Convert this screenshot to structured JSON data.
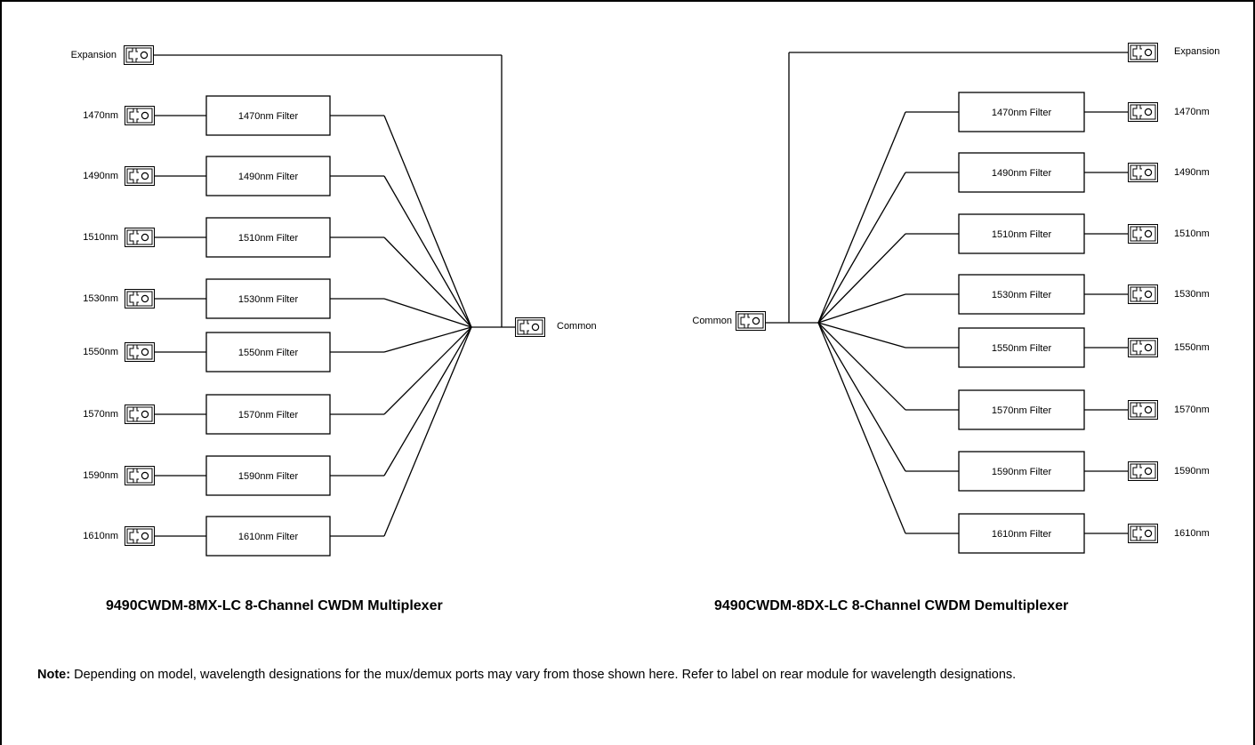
{
  "mux": {
    "caption": "9490CWDM-8MX-LC 8-Channel CWDM Multiplexer",
    "expansion_label": "Expansion",
    "common_label": "Common",
    "channels": [
      {
        "port": "1470nm",
        "filter": "1470nm Filter"
      },
      {
        "port": "1490nm",
        "filter": "1490nm Filter"
      },
      {
        "port": "1510nm",
        "filter": "1510nm Filter"
      },
      {
        "port": "1530nm",
        "filter": "1530nm Filter"
      },
      {
        "port": "1550nm",
        "filter": "1550nm Filter"
      },
      {
        "port": "1570nm",
        "filter": "1570nm Filter"
      },
      {
        "port": "1590nm",
        "filter": "1590nm Filter"
      },
      {
        "port": "1610nm",
        "filter": "1610nm Filter"
      }
    ]
  },
  "demux": {
    "caption": "9490CWDM-8DX-LC 8-Channel CWDM Demultiplexer",
    "expansion_label": "Expansion",
    "common_label": "Common",
    "channels": [
      {
        "port": "1470nm",
        "filter": "1470nm Filter"
      },
      {
        "port": "1490nm",
        "filter": "1490nm Filter"
      },
      {
        "port": "1510nm",
        "filter": "1510nm Filter"
      },
      {
        "port": "1530nm",
        "filter": "1530nm Filter"
      },
      {
        "port": "1550nm",
        "filter": "1550nm Filter"
      },
      {
        "port": "1570nm",
        "filter": "1570nm Filter"
      },
      {
        "port": "1590nm",
        "filter": "1590nm Filter"
      },
      {
        "port": "1610nm",
        "filter": "1610nm Filter"
      }
    ]
  },
  "note": {
    "label": "Note:",
    "text": " Depending on model, wavelength designations for the mux/demux ports may vary from those shown here. Refer to label on rear module for wavelength designations."
  }
}
